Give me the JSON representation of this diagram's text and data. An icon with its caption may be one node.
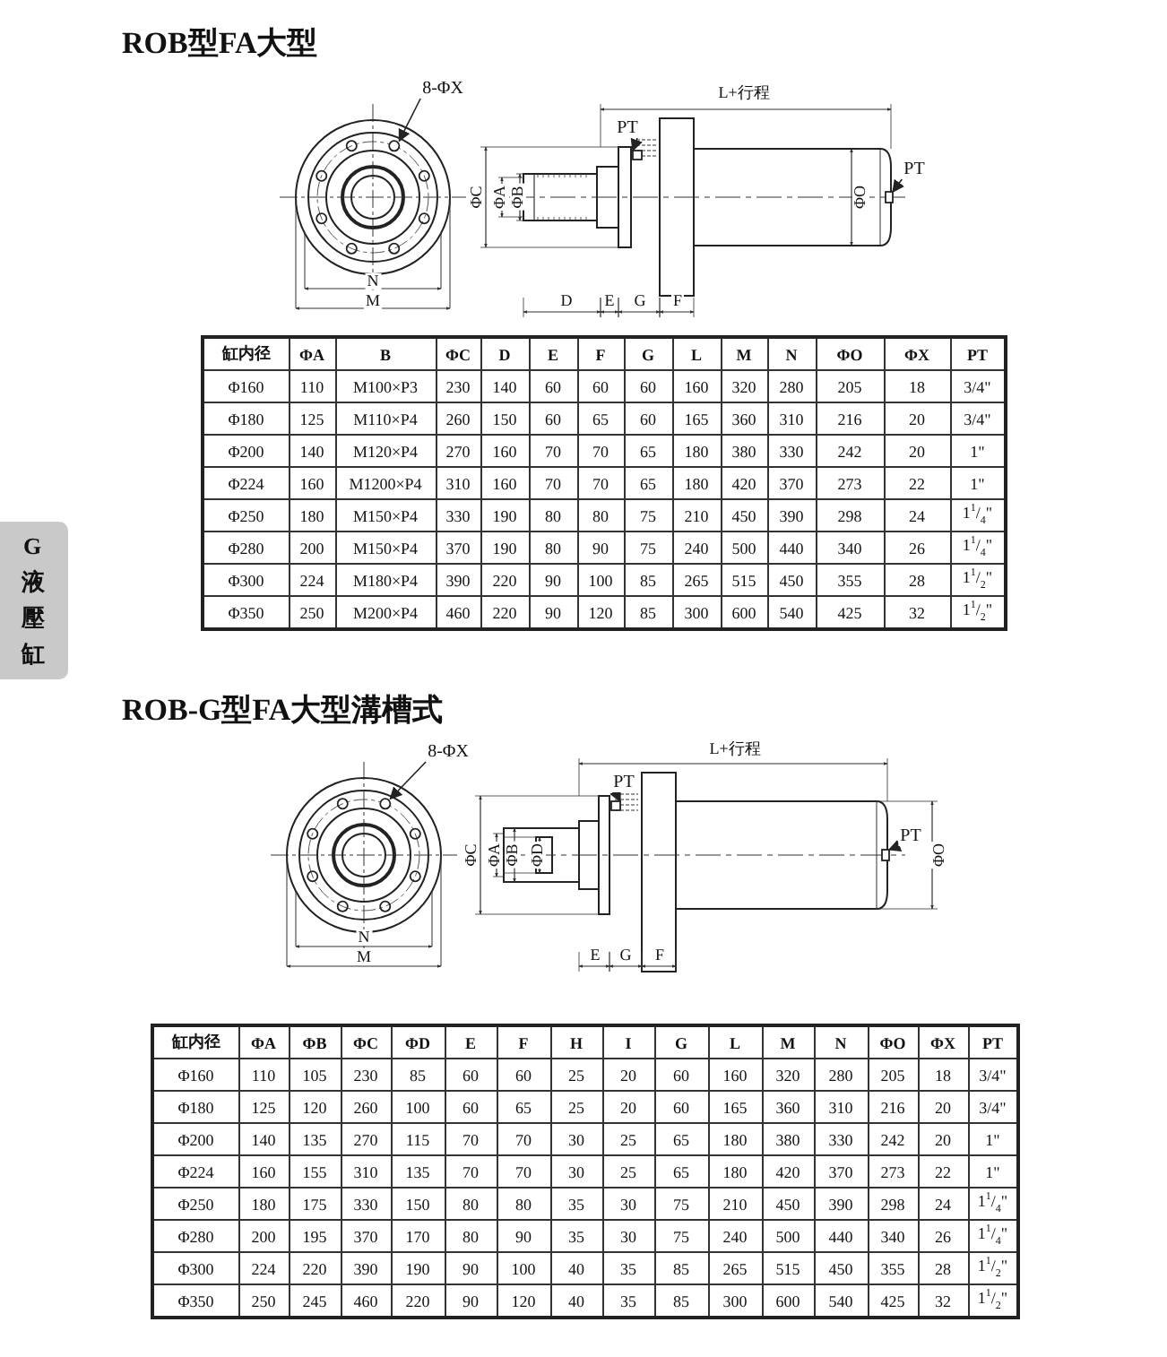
{
  "diagram": {
    "nodes": [
      {
        "text": [
          "8-ΦX"
        ]
      },
      {
        "text": [
          "PT"
        ]
      },
      {
        "text": [
          "PT"
        ]
      },
      {
        "text": [
          "8-ΦX"
        ]
      },
      {
        "text": [
          "PT"
        ]
      },
      {
        "text": [
          "PT"
        ]
      },
      {
        "text": [],
        "shape": "circle"
      },
      {
        "text": [],
        "shape": "box"
      },
      {
        "text": [],
        "shape": "box"
      },
      {
        "text": [],
        "shape": "circle"
      },
      {
        "text": [],
        "shape": "box"
      },
      {
        "text": [],
        "shape": "box"
      }
    ],
    "edges": [
      {
        "from": 0,
        "to": 6,
        "arrow": "to"
      },
      {
        "from": 1,
        "to": 7,
        "arrow": "to"
      },
      {
        "from": 2,
        "to": 8,
        "arrow": "to"
      },
      {
        "from": 3,
        "to": 9,
        "arrow": "to"
      },
      {
        "from": 4,
        "to": 10,
        "arrow": "to"
      },
      {
        "from": 5,
        "to": 11,
        "arrow": "to"
      }
    ],
    "labels": [
      "ROB型FA大型",
      "L+行程",
      "ΦC",
      "ΦA",
      "ΦB",
      "ΦO",
      "N",
      "M",
      "D",
      "E",
      "G",
      "F",
      "缸内径",
      "ΦA",
      "B",
      "ΦC",
      "D",
      "E",
      "F",
      "G",
      "L",
      "M",
      "N",
      "ΦO",
      "ΦX",
      "PT",
      "Φ160",
      "110",
      "M100×P3",
      "230",
      "140",
      "60",
      "60",
      "60",
      "160",
      "320",
      "280",
      "205",
      "18",
      "3/4\"",
      "Φ180",
      "125",
      "M110×P4",
      "260",
      "150",
      "60",
      "65",
      "60",
      "165",
      "360",
      "310",
      "216",
      "20",
      "3/4\"",
      "Φ200",
      "140",
      "M120×P4",
      "270",
      "160",
      "70",
      "70",
      "65",
      "180",
      "380",
      "330",
      "242",
      "20",
      "1\"",
      "Φ224",
      "160",
      "M1200×P4",
      "310",
      "160",
      "70",
      "70",
      "65",
      "180",
      "420",
      "370",
      "273",
      "22",
      "1\"",
      "Φ250",
      "180",
      "M150×P4",
      "330",
      "190",
      "80",
      "80",
      "75",
      "210",
      "450",
      "390",
      "298",
      "24",
      "1$^{1}$/$_{4}$\"",
      "Φ280",
      "200",
      "M150×P4",
      "370",
      "190",
      "80",
      "90",
      "75",
      "240",
      "500",
      "440",
      "340",
      "26",
      "1$^{1}$/$_{4}$\"",
      "Φ300",
      "224",
      "M180×P4",
      "390",
      "220",
      "90",
      "100",
      "85",
      "265",
      "515",
      "450",
      "355",
      "28",
      "1$^{1}$/$_{2}$\"",
      "Φ350",
      "250",
      "M200×P4",
      "460",
      "220",
      "90",
      "120",
      "85",
      "300",
      "600",
      "540",
      "425",
      "32",
      "1$^{1}$/$_{2}$\"",
      "G",
      "液壓缸",
      "ROB-G型FA大型溝槽式",
      "L+行程",
      "ΦC",
      "ΦA",
      "ΦB",
      "ΦD",
      "ΦO",
      "N",
      "M",
      "E",
      "G",
      "F",
      "缸内径",
      "ΦA",
      "ΦB",
      "ΦC",
      "ΦD",
      "E",
      "F",
      "H",
      "I",
      "G",
      "L",
      "M",
      "N",
      "ΦO",
      "ΦX",
      "PT",
      "Φ160",
      "110",
      "105",
      "230",
      "85",
      "60",
      "60",
      "25",
      "20",
      "60",
      "160",
      "320",
      "280",
      "205",
      "18",
      "3/4\"",
      "Φ180",
      "125",
      "120",
      "260",
      "100",
      "60",
      "65",
      "25",
      "20",
      "60",
      "165",
      "360",
      "310",
      "216",
      "20",
      "3/4\"",
      "Φ200",
      "140",
      "135",
      "270",
      "115",
      "70",
      "70",
      "30",
      "25",
      "65",
      "180",
      "380",
      "330",
      "242",
      "20",
      "1\"",
      "Φ224",
      "160",
      "155",
      "310",
      "135",
      "70",
      "70",
      "30",
      "25",
      "65",
      "180",
      "420",
      "370",
      "273",
      "22",
      "1\"",
      "Φ250",
      "180",
      "175",
      "330",
      "150",
      "80",
      "80",
      "35",
      "30",
      "75",
      "210",
      "450",
      "390",
      "298",
      "24",
      "1$^{1}$/$_{4}$\"",
      "Φ280",
      "200",
      "195",
      "370",
      "170",
      "80",
      "90",
      "35",
      "30",
      "75",
      "240",
      "500",
      "440",
      "340",
      "26",
      "1$^{1}$/$_{4}$\"",
      "Φ300",
      "224",
      "220",
      "390",
      "190",
      "90",
      "100",
      "40",
      "35",
      "85",
      "265",
      "515",
      "450",
      "355",
      "28",
      "1$^{1}$/$_{2}$\"",
      "Φ350",
      "250",
      "245",
      "460",
      "220",
      "90",
      "120",
      "40",
      "35",
      "85",
      "300",
      "600",
      "540",
      "425",
      "32",
      "1$^{1}$/$_{2}$\""
    ]
  }
}
